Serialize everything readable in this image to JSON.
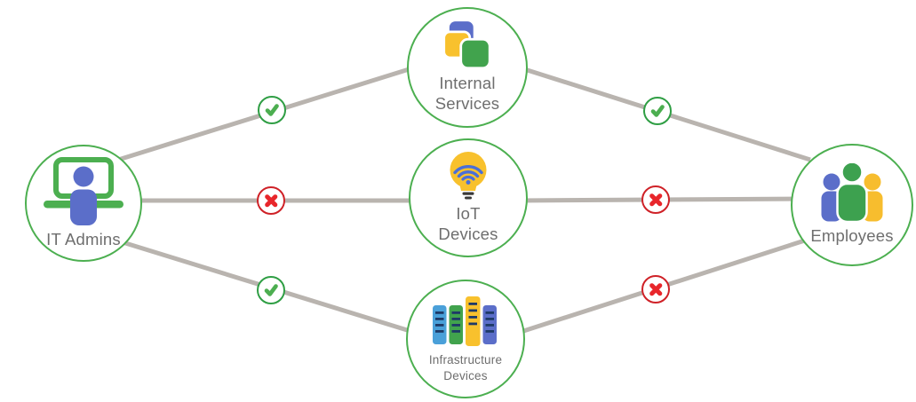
{
  "diagram": {
    "nodes": [
      {
        "id": "it-admins",
        "label": "IT Admins",
        "icon": "admin-workstation-icon"
      },
      {
        "id": "internal-services",
        "label": "Internal Services",
        "icon": "stacked-services-icon"
      },
      {
        "id": "iot-devices",
        "label": "IoT Devices",
        "icon": "iot-lightbulb-icon"
      },
      {
        "id": "infrastructure-devices",
        "label": "Infrastructure Devices",
        "icon": "server-rack-icon"
      },
      {
        "id": "employees",
        "label": "Employees",
        "icon": "people-group-icon"
      }
    ],
    "edges": [
      {
        "from": "it-admins",
        "to": "internal-services",
        "status": "allowed"
      },
      {
        "from": "it-admins",
        "to": "iot-devices",
        "status": "denied"
      },
      {
        "from": "it-admins",
        "to": "infrastructure-devices",
        "status": "allowed"
      },
      {
        "from": "internal-services",
        "to": "employees",
        "status": "allowed"
      },
      {
        "from": "iot-devices",
        "to": "employees",
        "status": "denied"
      },
      {
        "from": "infrastructure-devices",
        "to": "employees",
        "status": "denied"
      }
    ],
    "statuses": {
      "allowed": {
        "icon": "check-icon",
        "ring": "#2f9e44",
        "mark": "#4cae50"
      },
      "denied": {
        "icon": "cross-icon",
        "ring": "#cf2127",
        "mark": "#e8262b"
      }
    },
    "colors": {
      "node_border": "#4CAF50",
      "line": "#b9b4af",
      "label": "#6e6e6e",
      "icon_blue": "#5b6ec9",
      "icon_green": "#41a34d",
      "icon_yellow": "#f8c12d",
      "icon_light_blue": "#4aa0d9",
      "icon_slot_navy": "#1e3a67",
      "icon_base_dark": "#3a3a3a",
      "wifi_blue": "#4a6fd8"
    }
  }
}
